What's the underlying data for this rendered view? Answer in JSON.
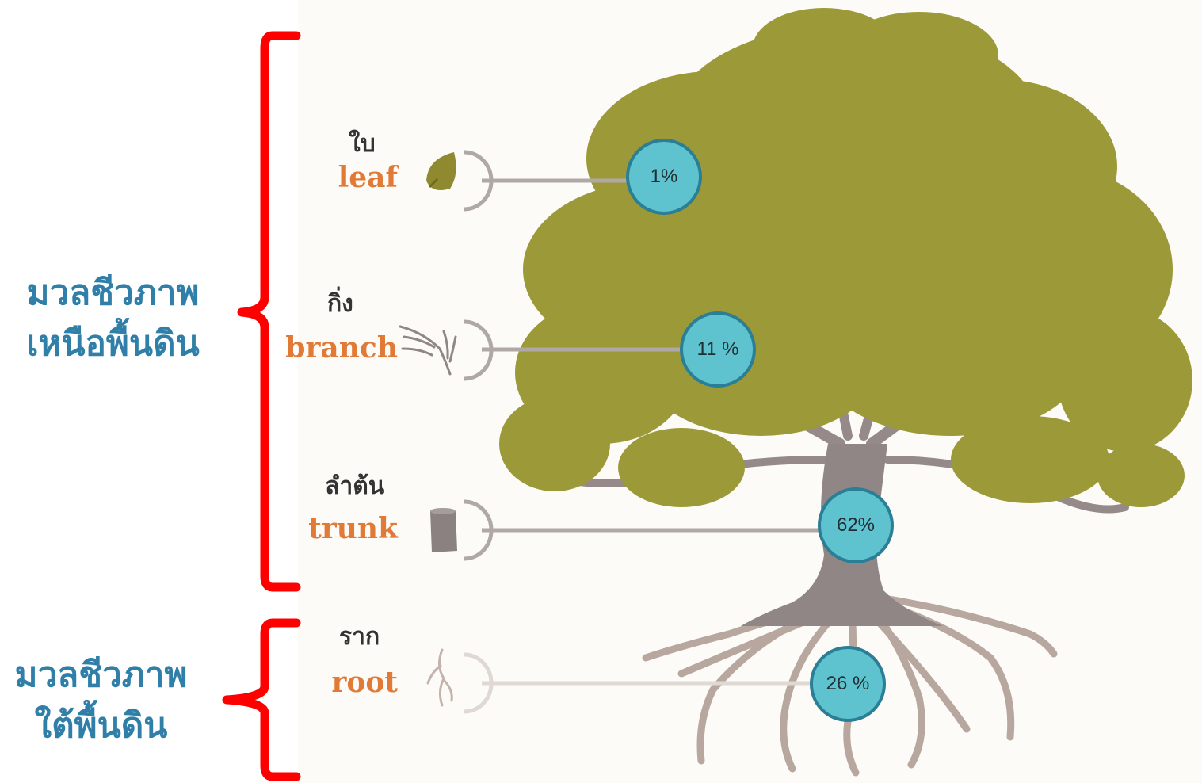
{
  "groups": {
    "above": {
      "line1": "มวลชีวภาพ",
      "line2": "เหนือพื้นดิน"
    },
    "below": {
      "line1": "มวลชีวภาพ",
      "line2": "ใต้พื้นดิน"
    }
  },
  "parts": [
    {
      "thai": "ใบ",
      "english": "leaf",
      "percent": "1%"
    },
    {
      "thai": "กิ่ง",
      "english": "branch",
      "percent": "11 %"
    },
    {
      "thai": "ลำต้น",
      "english": "trunk",
      "percent": "62%"
    },
    {
      "thai": "ราก",
      "english": "root",
      "percent": "26 %"
    }
  ],
  "colors": {
    "bracket": "#ff0000",
    "group_text": "#2f7fa8",
    "english_text": "#e07a36",
    "foliage": "#9c9a38",
    "bark": "#8f8685",
    "badge_fill": "#5ec3cf",
    "badge_border": "#2a7e96"
  }
}
